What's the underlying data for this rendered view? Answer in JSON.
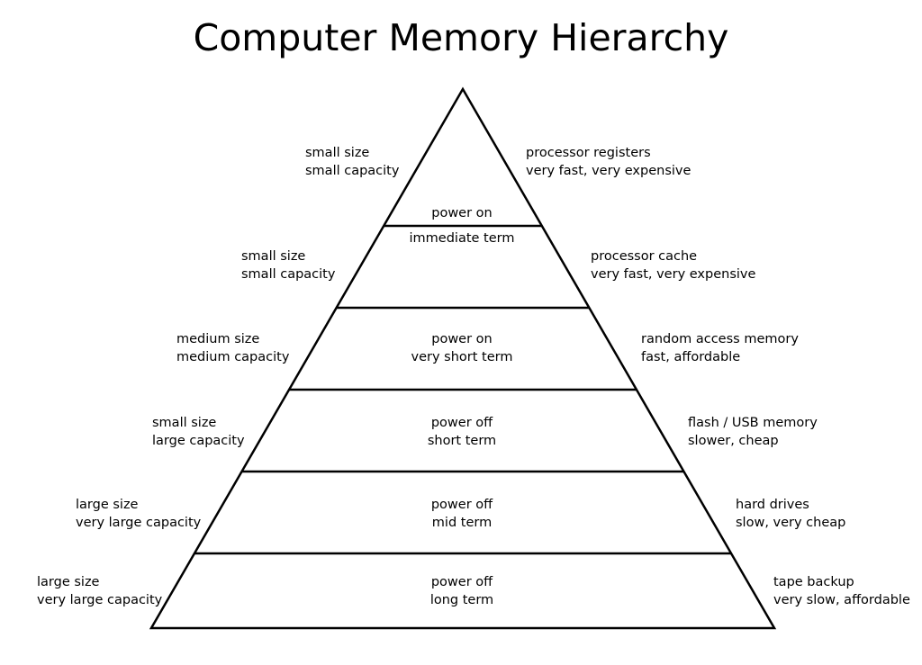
{
  "title": "Computer Memory Hierarchy",
  "levels": [
    {
      "center_lines": [
        "power on",
        "immediate term"
      ],
      "left_lines": [
        "small size",
        "small capacity"
      ],
      "right_lines": [
        "processor registers",
        "very fast, very expensive"
      ]
    },
    {
      "center_lines": [],
      "left_lines": [
        "small size",
        "small capacity"
      ],
      "right_lines": [
        "processor cache",
        "very fast, very expensive"
      ]
    },
    {
      "center_lines": [
        "power on",
        "very short term"
      ],
      "left_lines": [
        "medium size",
        "medium capacity"
      ],
      "right_lines": [
        "random access memory",
        "fast, affordable"
      ]
    },
    {
      "center_lines": [
        "power off",
        "short term"
      ],
      "left_lines": [
        "small size",
        "large capacity"
      ],
      "right_lines": [
        "flash / USB memory",
        "slower, cheap"
      ]
    },
    {
      "center_lines": [
        "power off",
        "mid term"
      ],
      "left_lines": [
        "large size",
        "very large capacity"
      ],
      "right_lines": [
        "hard drives",
        "slow, very cheap"
      ]
    },
    {
      "center_lines": [
        "power off",
        "long term"
      ],
      "left_lines": [
        "large size",
        "very large capacity"
      ],
      "right_lines": [
        "tape backup",
        "very slow, affordable"
      ]
    }
  ]
}
